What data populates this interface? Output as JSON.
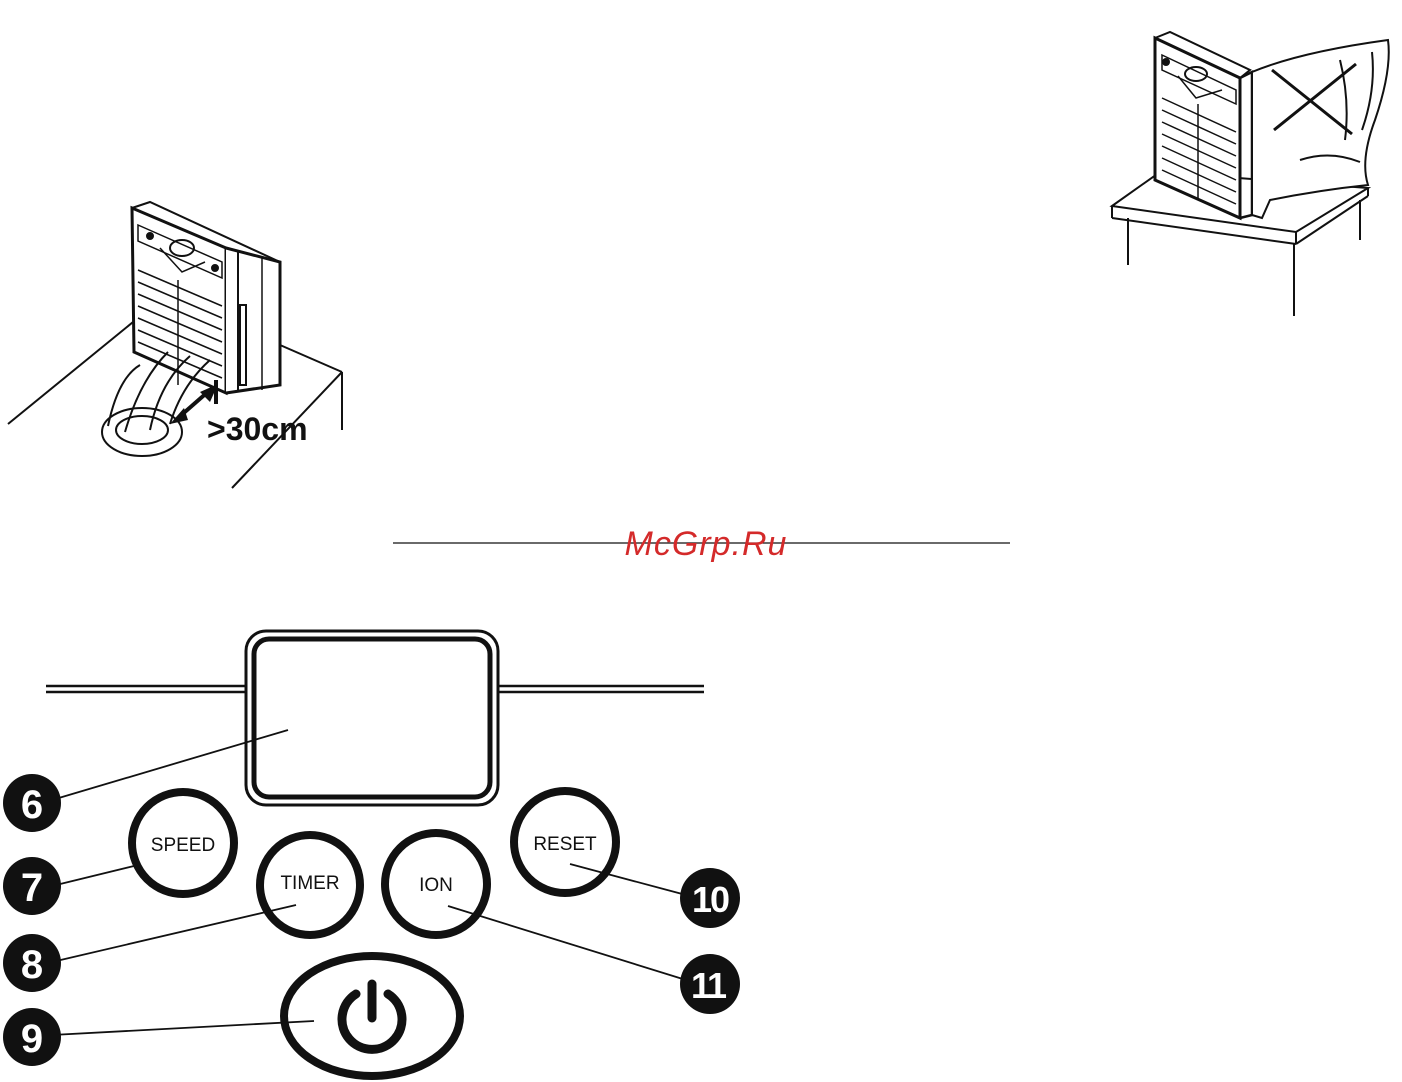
{
  "distance_label": ">30cm",
  "watermark": "McGrp.Ru",
  "panel": {
    "buttons": {
      "speed": "SPEED",
      "timer": "TIMER",
      "ion": "ION",
      "reset": "RESET"
    },
    "callouts": [
      "6",
      "7",
      "8",
      "9",
      "10",
      "11"
    ]
  },
  "colors": {
    "ink": "#111111",
    "watermark": "#d42a2a",
    "paper": "#ffffff"
  }
}
